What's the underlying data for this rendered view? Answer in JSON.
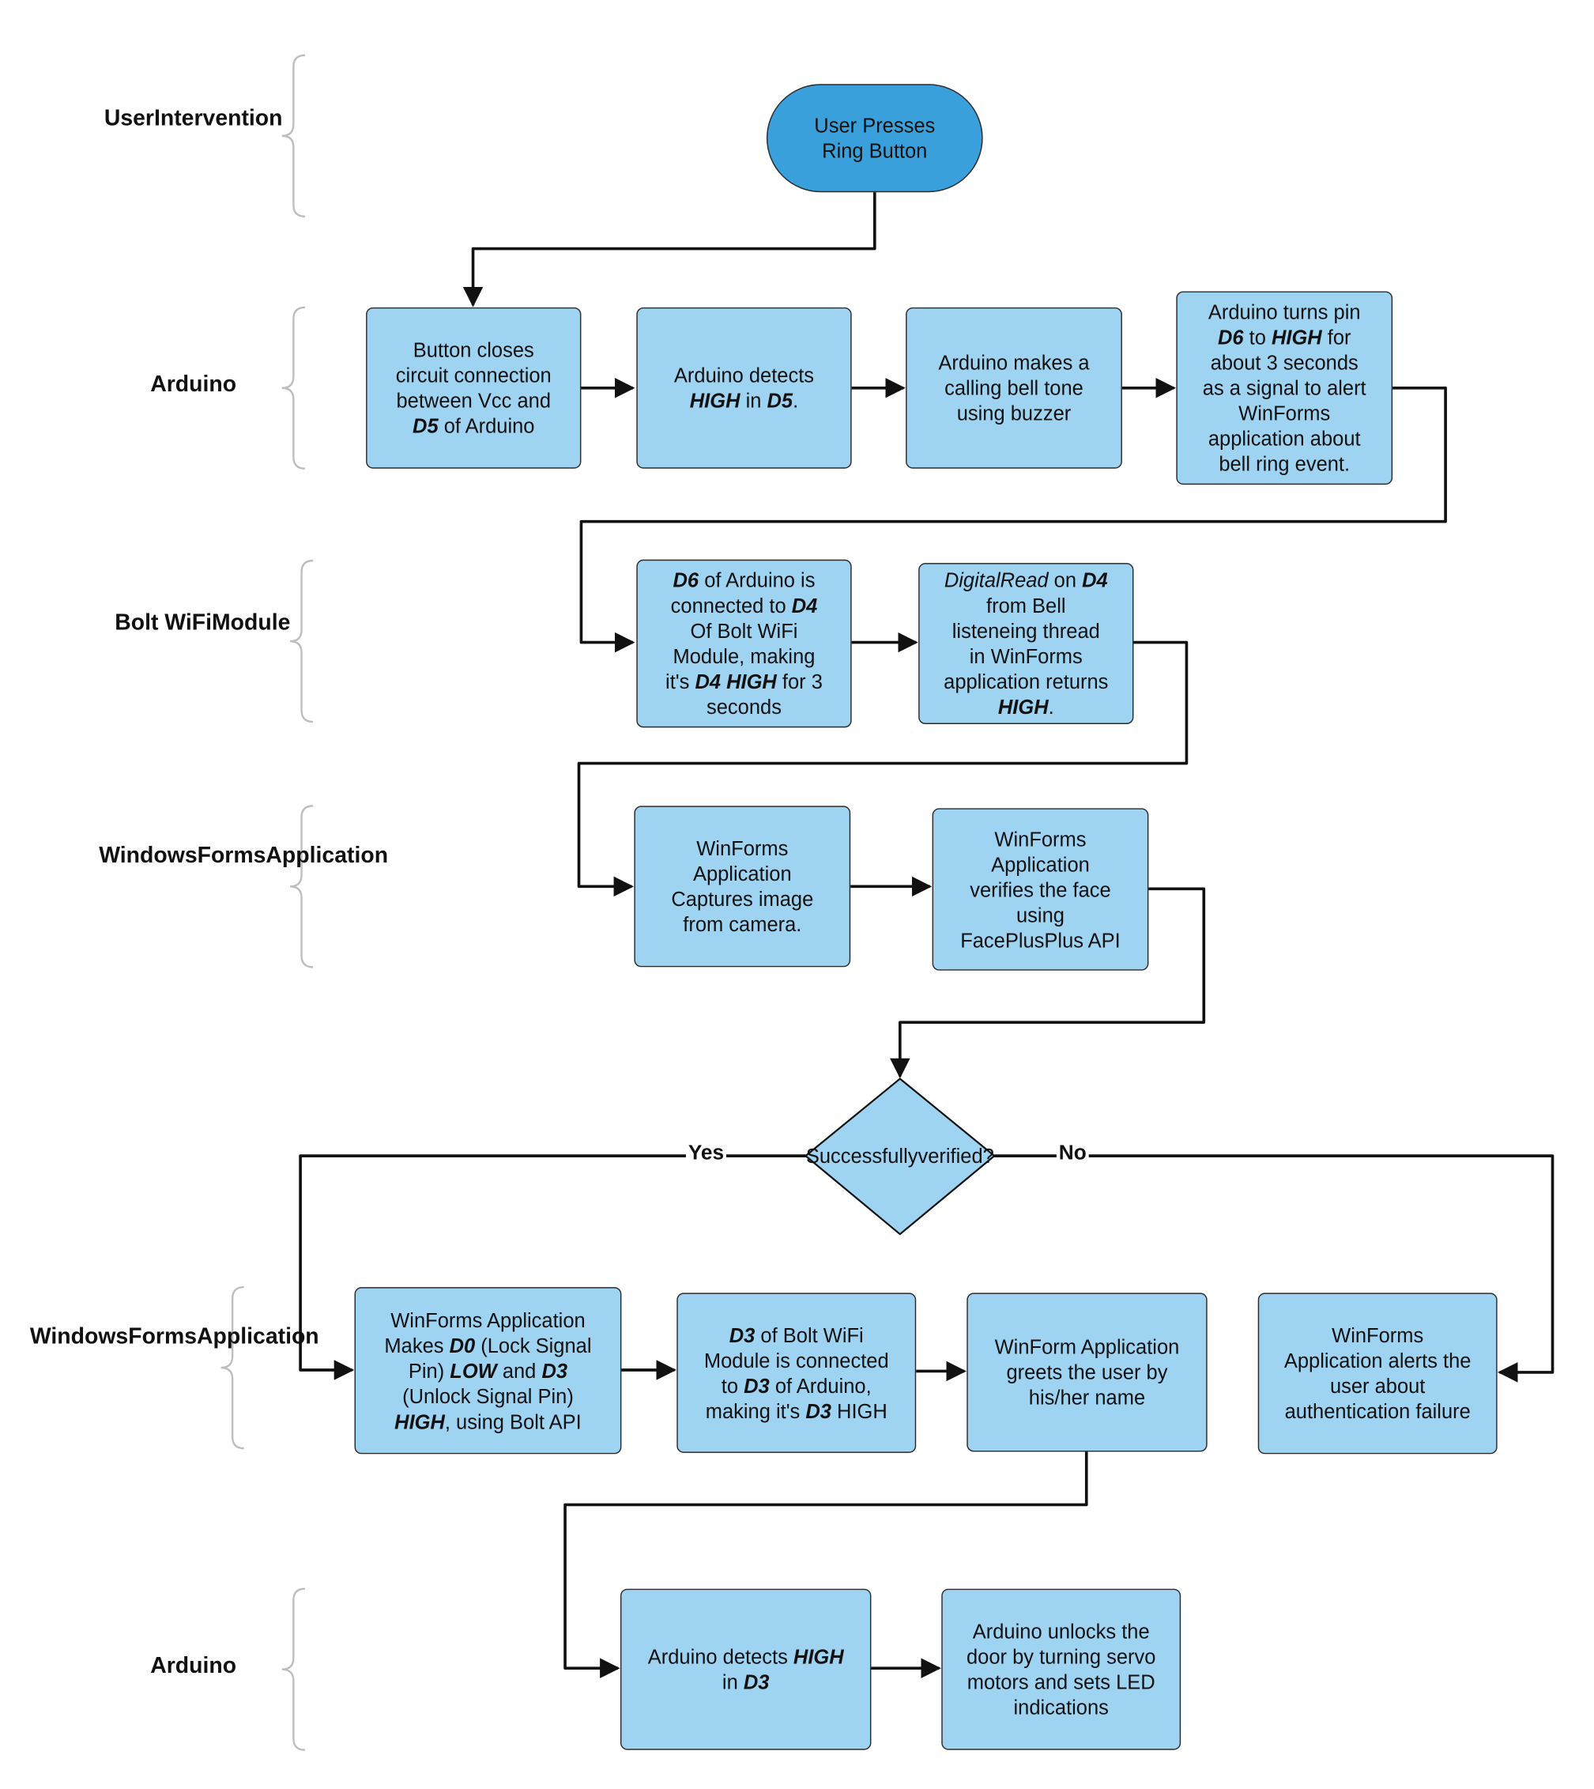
{
  "lanes": {
    "user": [
      "User",
      "Intervention"
    ],
    "arduino_top": [
      "Arduino"
    ],
    "bolt": [
      "Bolt WiFi",
      "Module"
    ],
    "winforms_1": [
      "Windows",
      "Forms",
      "Application"
    ],
    "winforms_2": [
      "Windows",
      "Forms",
      "Application"
    ],
    "arduino_bottom": [
      "Arduino"
    ]
  },
  "nodes": {
    "start": [
      "User Presses",
      "Ring Button"
    ],
    "button_closes": [
      "Button closes",
      "circuit connection",
      "between Vcc and",
      "**D5** of Arduino"
    ],
    "detects_d5": [
      "Arduino detects",
      "**HIGH** in **D5**."
    ],
    "bell_tone": [
      "Arduino makes a",
      "calling bell tone",
      "using buzzer"
    ],
    "turns_d6": [
      "Arduino turns pin",
      "**D6** to **HIGH** for",
      "about 3 seconds",
      "as a signal to alert",
      "WinForms",
      "application about",
      "bell ring event."
    ],
    "d6_to_d4": [
      "**D6** of Arduino is",
      "connected to **D4**",
      "Of Bolt WiFi",
      "Module, making",
      "it's **D4 HIGH** for 3",
      "seconds"
    ],
    "digitalread": [
      "__DigitalRead__ on **D4**",
      "from Bell",
      "listeneing thread",
      "in WinForms",
      "application returns",
      "**HIGH**."
    ],
    "captures": [
      "WinForms",
      "Application",
      "Captures image",
      "from camera."
    ],
    "verifies": [
      "WinForms",
      "Application",
      "verifies the face",
      "using",
      "FacePlusPlus API"
    ],
    "decision": [
      "Successfully",
      "verified?"
    ],
    "lock_unlock": [
      "WinForms Application",
      "Makes **D0** (Lock Signal",
      "Pin) **LOW** and **D3**",
      "(Unlock Signal Pin)",
      "**HIGH**, using Bolt API"
    ],
    "d3_connected": [
      "**D3** of Bolt WiFi",
      "Module is connected",
      "to **D3** of Arduino,",
      "making it's **D3** HIGH"
    ],
    "greets": [
      "WinForm Application",
      "greets the user by",
      "his/her name"
    ],
    "alerts": [
      "WinForms",
      "Application alerts the",
      "user about",
      "authentication failure"
    ],
    "detects_d3": [
      "Arduino detects **HIGH**",
      "in **D3**"
    ],
    "unlocks": [
      "Arduino unlocks the",
      "door by turning servo",
      "motors and sets LED",
      "indications"
    ]
  },
  "edge_labels": {
    "yes": "Yes",
    "no": "No"
  },
  "colors": {
    "box_fill": "#9fd3f2",
    "start_fill": "#3aa0db",
    "stroke": "#111111",
    "brace": "#bdbdbd"
  }
}
